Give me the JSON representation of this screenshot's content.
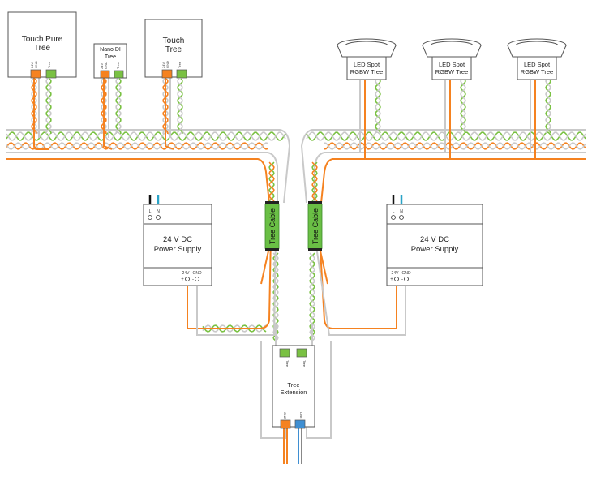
{
  "devices": {
    "touch_pure": {
      "line1": "Touch Pure",
      "line2": "Tree"
    },
    "nano_di": {
      "line1": "Nano DI",
      "line2": "Tree"
    },
    "touch": {
      "line1": "Touch",
      "line2": "Tree"
    },
    "led_spot": {
      "line1": "LED Spot",
      "line2": "RGBW Tree"
    },
    "power_supply": {
      "line1": "24 V DC",
      "line2": "Power Supply"
    },
    "tree_extension": {
      "line1": "Tree",
      "line2": "Extension"
    }
  },
  "terminals": {
    "v24": "24V",
    "gnd": "GND",
    "tree": "Tree",
    "plus": "+",
    "minus": "-",
    "l": "L",
    "n": "N",
    "link": "Link"
  },
  "cable_label": "Tree Cable",
  "colors": {
    "orange": "#f58220",
    "green": "#7ac143",
    "grey": "#c9c9c9",
    "outline": "#555555",
    "blue": "#3f8fd2",
    "cable_green": "#6abf45"
  }
}
